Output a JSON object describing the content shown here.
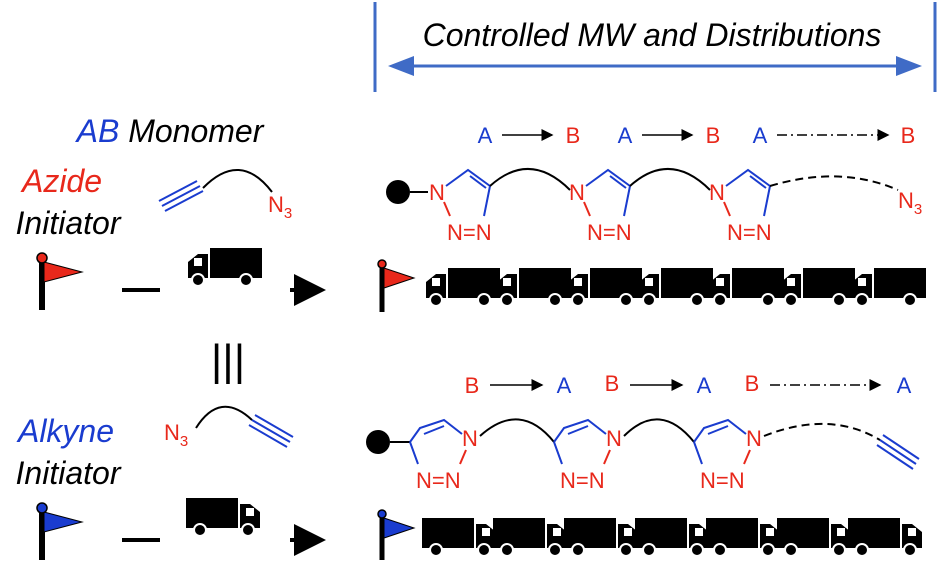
{
  "colors": {
    "blue": "#1a3ccf",
    "red": "#e8281b",
    "black": "#000000",
    "arrow_blue": "#3f6bc6"
  },
  "header": {
    "title": "Controlled MW and Distributions"
  },
  "monomer": {
    "label_a": "AB",
    "label_b": " Monomer",
    "azide_sub": "N",
    "azide_sub_index": "3"
  },
  "azide_initiator": {
    "line1": "Azide",
    "line2": "Initiator"
  },
  "alkyne_initiator": {
    "line1": "Alkyne",
    "line2": "Initiator"
  },
  "top_sequence": {
    "letters": [
      "A",
      "B",
      "A",
      "B",
      "A",
      "B"
    ],
    "ring_n": "N",
    "ring_nn": "N=N",
    "end_n": "N",
    "end_sub": "3"
  },
  "bottom_sequence": {
    "letters": [
      "B",
      "A",
      "B",
      "A",
      "B",
      "A"
    ],
    "ring_n": "N",
    "ring_nn": "N=N"
  },
  "equivalence_symbol": "|||",
  "icons": {
    "flag": "flag-icon",
    "truck": "truck-icon"
  }
}
